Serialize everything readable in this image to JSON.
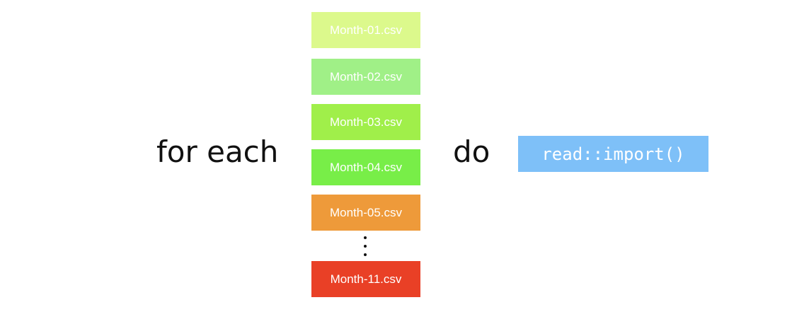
{
  "loop_keyword": "for each",
  "do_keyword": "do",
  "files": [
    {
      "name": "Month-01.csv",
      "color": "#dcf98c"
    },
    {
      "name": "Month-02.csv",
      "color": "#a0f087"
    },
    {
      "name": "Month-03.csv",
      "color": "#a0ef4a"
    },
    {
      "name": "Month-04.csv",
      "color": "#78ee48"
    },
    {
      "name": "Month-05.csv",
      "color": "#ee9a3a"
    },
    {
      "name": "Month-11.csv",
      "color": "#e94026"
    }
  ],
  "function_call": "read::import()",
  "function_color": "#7ec0f8"
}
